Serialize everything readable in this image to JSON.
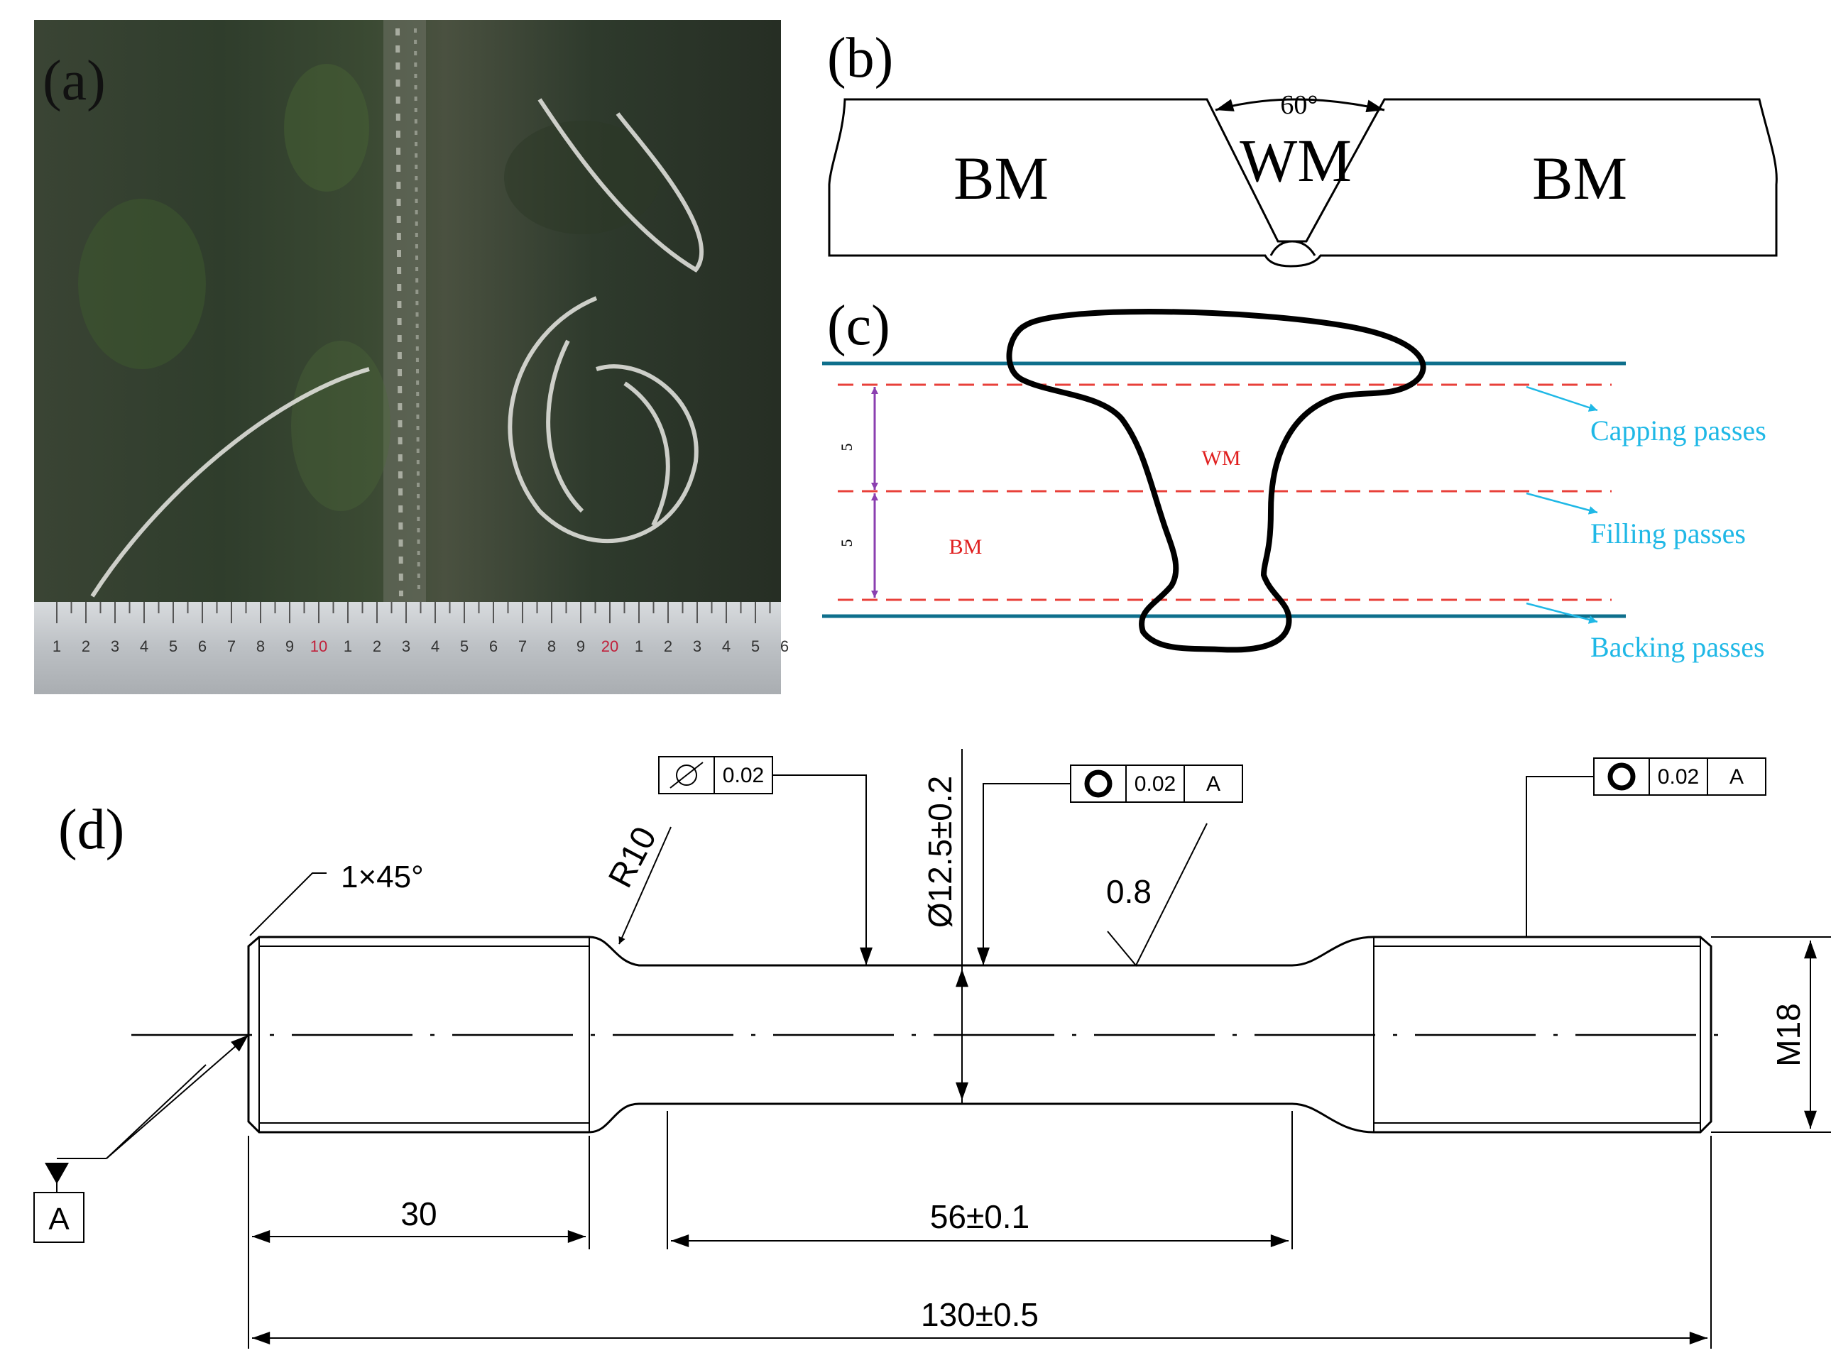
{
  "panels": {
    "a": {
      "label": "(a)",
      "ruler_ticks": [
        "1",
        "2",
        "3",
        "4",
        "5",
        "6",
        "7",
        "8",
        "9",
        "10",
        "1",
        "2",
        "3",
        "4",
        "5",
        "6",
        "7",
        "8",
        "9",
        "20",
        "1",
        "2",
        "3",
        "4",
        "5",
        "6"
      ]
    },
    "b": {
      "label": "(b)",
      "angle": "60°",
      "bm_left": "BM",
      "wm": "WM",
      "bm_right": "BM"
    },
    "c": {
      "label": "(c)",
      "wm": "WM",
      "bm": "BM",
      "dim_upper": "5",
      "dim_lower": "5",
      "capping": "Capping passes",
      "filling": "Filling passes",
      "backing": "Backing passes"
    },
    "d": {
      "label": "(d)",
      "chamfer": "1×45°",
      "radius": "R10",
      "diameter": "Ø12.5±0.2",
      "roughness": "0.8",
      "thread": "M18",
      "len_grip": "30",
      "len_gauge": "56±0.1",
      "len_total": "130±0.5",
      "datum": "A",
      "fcf1": {
        "tol": "0.02"
      },
      "fcf2": {
        "tol": "0.02",
        "datum": "A"
      },
      "fcf3": {
        "tol": "0.02",
        "datum": "A"
      }
    }
  },
  "colors": {
    "steel_dark": "#2e3a2c",
    "blue_line": "#0e6f8c",
    "red_dash": "#e8403a",
    "cyan_text": "#1fb8e6",
    "purple": "#8b3fb0",
    "red_text": "#e02020"
  }
}
